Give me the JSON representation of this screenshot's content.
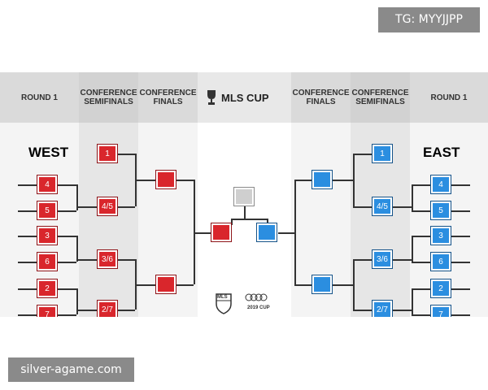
{
  "watermark_top": "TG: MYYJJPP",
  "watermark_bottom": "silver-agame.com",
  "headers": {
    "west_round1": "ROUND 1",
    "west_semis": "CONFERENCE\nSEMIFINALS",
    "west_finals": "CONFERENCE\nFINALS",
    "cup_logo": "MLS CUP",
    "east_finals": "CONFERENCE\nFINALS",
    "east_semis": "CONFERENCE\nSEMIFINALS",
    "east_round1": "ROUND 1"
  },
  "regions": {
    "west": "WEST",
    "east": "EAST"
  },
  "colors": {
    "west": "#d9262c",
    "east": "#2b8ee0",
    "final": "#cfcfcf",
    "header_bg": "#e1e1e1"
  },
  "west": {
    "round1": [
      "4",
      "5",
      "3",
      "6",
      "2",
      "7"
    ],
    "semis": [
      "1",
      "4/5",
      "3/6",
      "2/7"
    ]
  },
  "east": {
    "round1": [
      "4",
      "5",
      "3",
      "6",
      "2",
      "7"
    ],
    "semis": [
      "1",
      "4/5",
      "3/6",
      "2/7"
    ]
  },
  "bottom_logo": {
    "mls": "MLS",
    "year_cup": "2019 CUP"
  }
}
